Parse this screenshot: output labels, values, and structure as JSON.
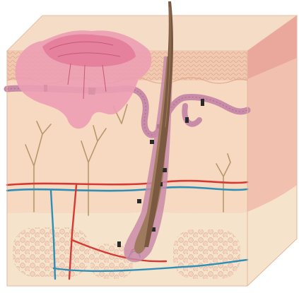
{
  "illustration": {
    "subject": "skin-cross-section-block",
    "layers": [
      "epidermis",
      "dermis",
      "hypodermis"
    ],
    "features": [
      "hair-shaft",
      "hair-follicle",
      "sweat-gland-duct",
      "inflamed-lesion",
      "nerve-fibers",
      "artery",
      "vein",
      "fat-cells"
    ]
  },
  "colors": {
    "top_face": "#f5dcc6",
    "epidermis": "#f3c9b1",
    "dermis": "#f7d8c0",
    "hypodermis": "#f5e3cc",
    "side_face": "#f1c0ae",
    "side_highlight": "#e9a89b",
    "lesion": "#ec9fb3",
    "lesion_dark": "#d9708f",
    "duct": "#c98ca8",
    "hair": "#7b5840",
    "follicle": "#a07a5e",
    "nerve": "#b8996e",
    "artery": "#d43a33",
    "vein": "#2d8fb7",
    "fat_cell": "#f0cdb7"
  }
}
